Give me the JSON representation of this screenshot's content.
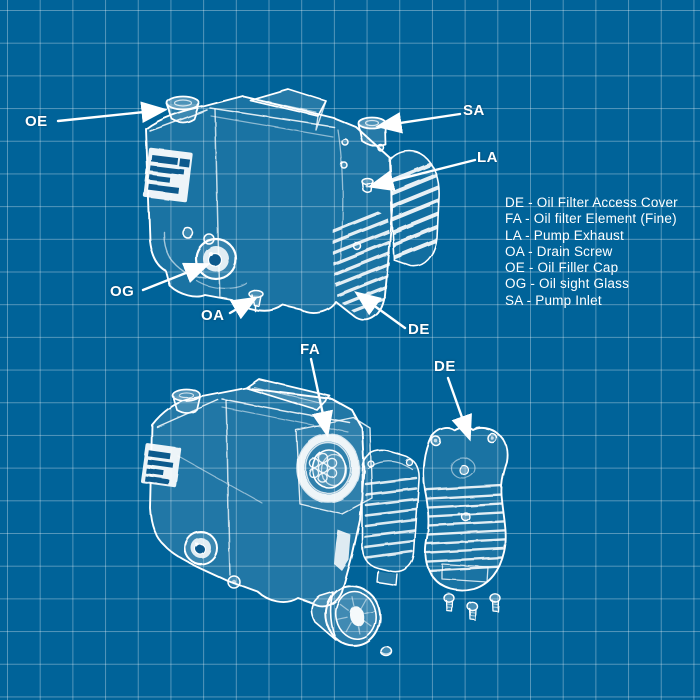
{
  "theme": {
    "background": "#006399",
    "grid_line": "rgba(255,255,255,0.33)",
    "ink": "#ffffff",
    "accent_dark": "#075a8d"
  },
  "legend": {
    "items": [
      {
        "code": "DE",
        "label": "DE - Oil Filter Access Cover"
      },
      {
        "code": "FA",
        "label": "FA - Oil filter Element (Fine)"
      },
      {
        "code": "LA",
        "label": "LA - Pump Exhaust"
      },
      {
        "code": "OA",
        "label": "OA - Drain Screw"
      },
      {
        "code": "OE",
        "label": "OE - Oil Filler Cap"
      },
      {
        "code": "OG",
        "label": "OG - Oil sight Glass"
      },
      {
        "code": "SA",
        "label": "SA - Pump Inlet"
      }
    ]
  },
  "callouts": {
    "oe": {
      "label": "OE"
    },
    "sa": {
      "label": "SA"
    },
    "la": {
      "label": "LA"
    },
    "og": {
      "label": "OG"
    },
    "oa": {
      "label": "OA"
    },
    "de_top": {
      "label": "DE"
    },
    "fa": {
      "label": "FA"
    },
    "de_bottom": {
      "label": "DE"
    }
  }
}
